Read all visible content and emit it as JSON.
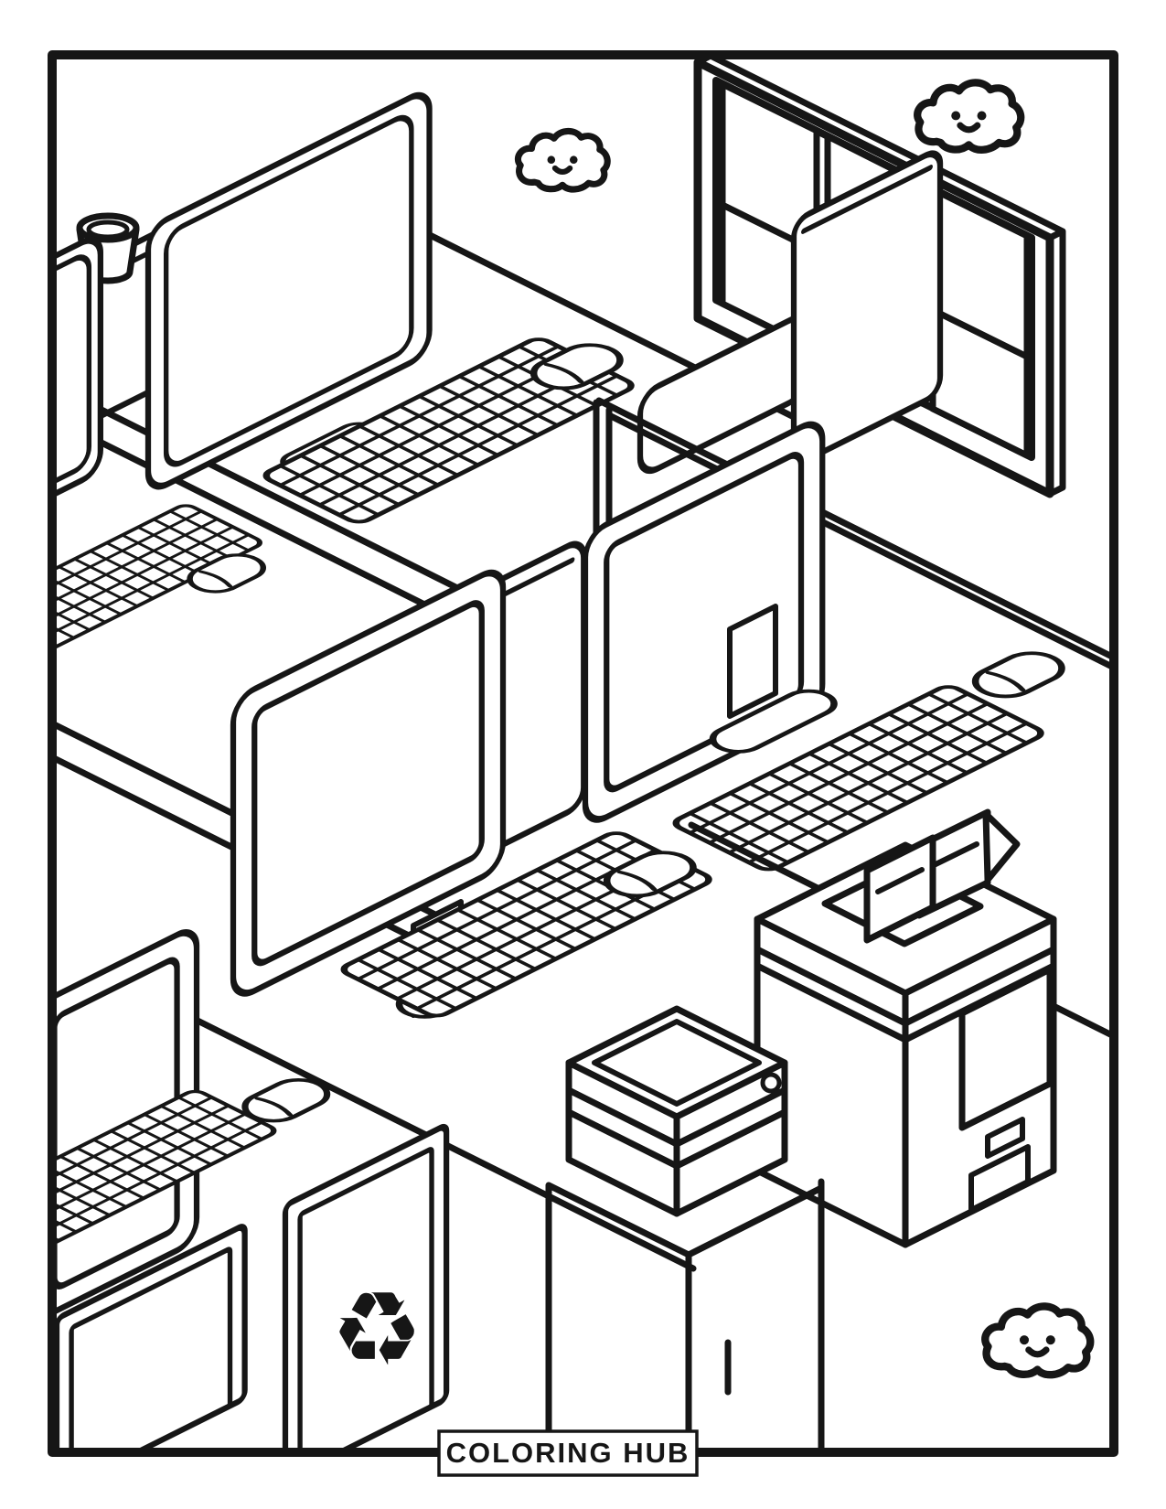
{
  "page": {
    "background": "#ffffff",
    "ink": "#161616"
  },
  "badge": {
    "label": "COLORING HUB"
  },
  "icons": {
    "recycle_symbol": "♻"
  },
  "scene": {
    "setting": "isometric office computer lab coloring page, black outline on white",
    "objects": [
      {
        "name": "window",
        "panes": 3,
        "rails_per_pane": 1
      },
      {
        "name": "smiling-cloud",
        "count": 3,
        "face": "two dot eyes and a smile"
      },
      {
        "name": "desktop-monitor",
        "count": 5
      },
      {
        "name": "keyboard",
        "count": 5
      },
      {
        "name": "computer-mouse",
        "count": 5
      },
      {
        "name": "cup",
        "count": 1
      },
      {
        "name": "cubicle-divider-panel",
        "count": 4
      },
      {
        "name": "recycle-cabinet-panel",
        "count": 1
      },
      {
        "name": "printer-on-pedestal",
        "count": 1
      },
      {
        "name": "office-copier-with-paper-output",
        "count": 1
      }
    ]
  }
}
